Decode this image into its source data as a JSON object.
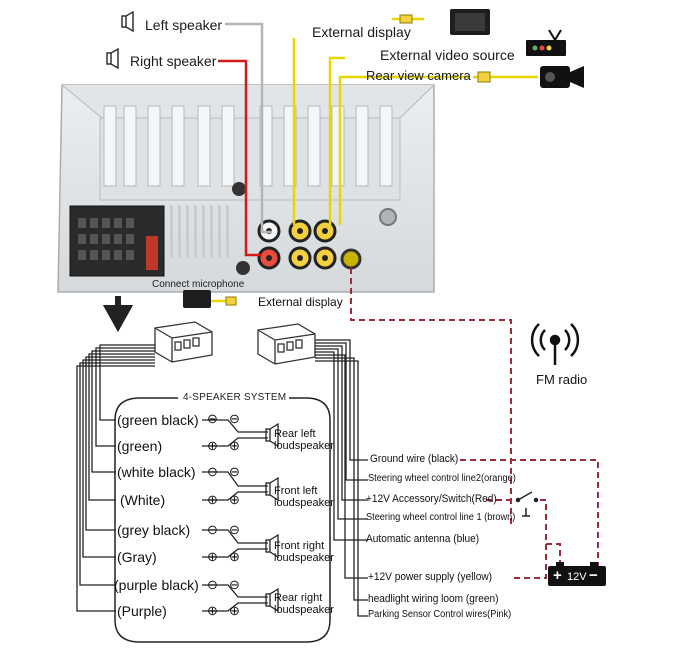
{
  "top_labels": {
    "left_speaker": "Left speaker",
    "right_speaker": "Right speaker",
    "external_display_top": "External display",
    "external_video_source": "External video source",
    "rear_view_camera": "Rear view camera"
  },
  "unit_labels": {
    "connect_microphone": "Connect microphone",
    "external_display_bottom": "External display",
    "fm_radio": "FM radio"
  },
  "speaker_box": {
    "title": "4-SPEAKER SYSTEM",
    "wires": [
      "(green black)",
      "(green)",
      "(white black)",
      "(White)",
      "(grey black)",
      "(Gray)",
      "(purple black)",
      "(Purple)"
    ],
    "speakers": [
      {
        "line1": "Rear left",
        "line2": "loudspeaker"
      },
      {
        "line1": "Front left",
        "line2": "loudspeaker"
      },
      {
        "line1": "Front right",
        "line2": "loudspeaker"
      },
      {
        "line1": "Rear right",
        "line2": "loudspeaker"
      }
    ]
  },
  "power_wires": [
    "Ground wire (black)",
    "Steering wheel control line2(orange)",
    "+12V Accessory/Switch(Red)",
    "Steering wheel control line 1 (brown)",
    "Automatic antenna (blue)",
    "+12V power supply (yellow)",
    "headlight wiring loom  (green)",
    "Parking Sensor Control wires(Pink)"
  ],
  "battery": {
    "plus": "+",
    "voltage": "12V",
    "minus": "−"
  },
  "terminal_marks": {
    "minus": "⊖",
    "plus": "⊕"
  }
}
